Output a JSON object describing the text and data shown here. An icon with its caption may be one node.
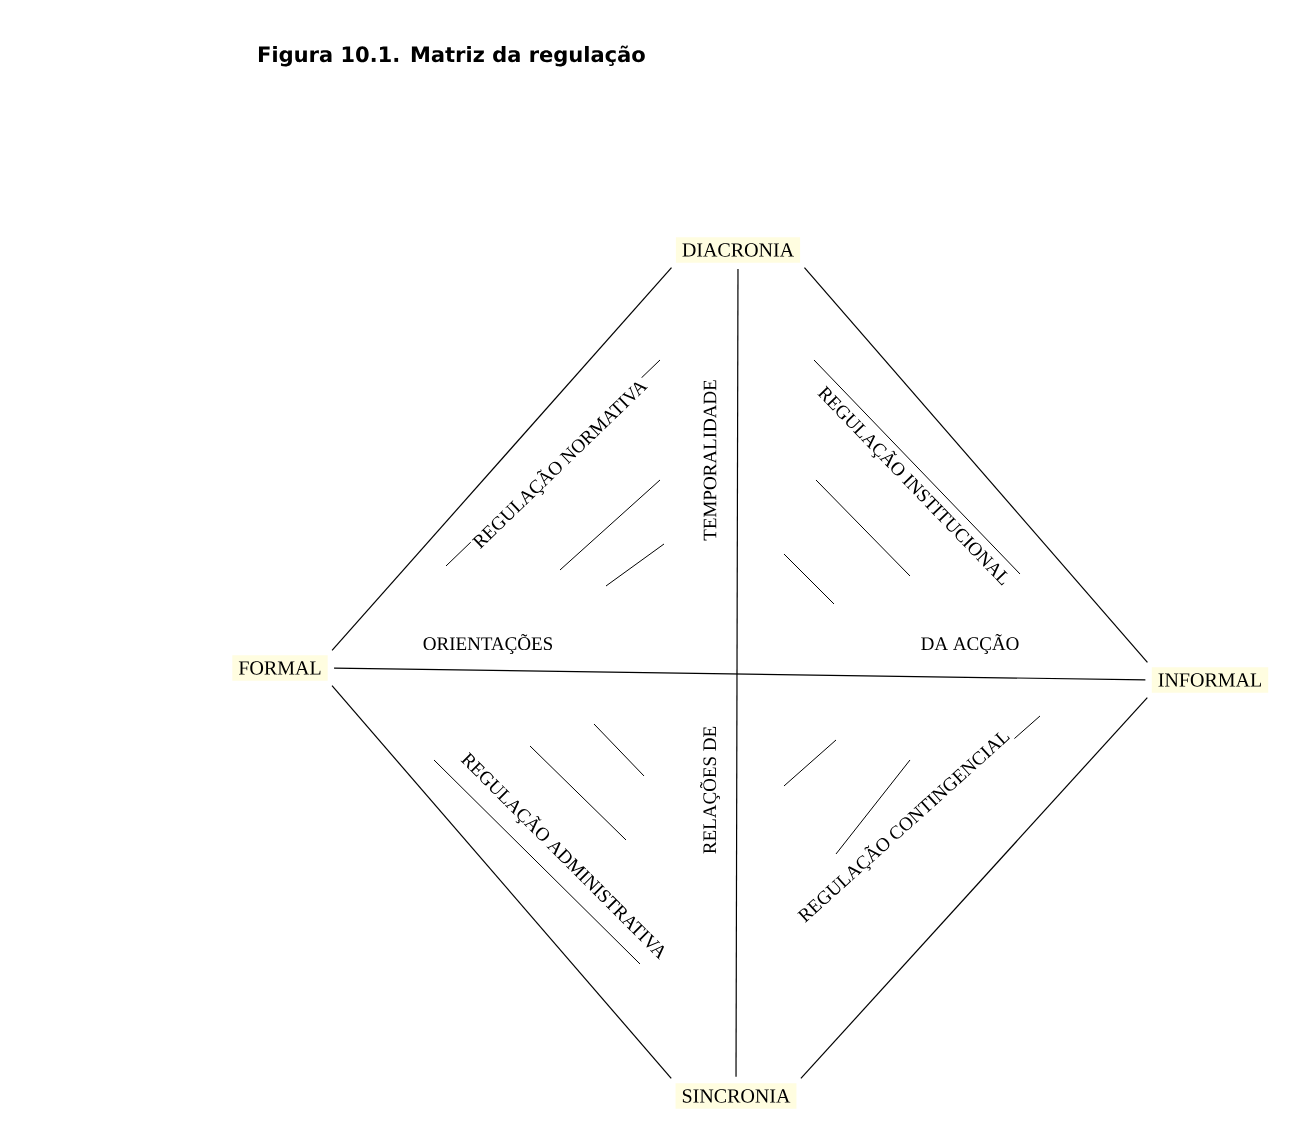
{
  "diagram": {
    "title": "Figura 10.1. Matriz da regulação",
    "nodes": [
      {
        "text": [
          "DIACRONIA"
        ]
      },
      {
        "text": [
          "FORMAL"
        ]
      },
      {
        "text": [
          "INFORMAL"
        ]
      },
      {
        "text": [
          "SINCRONIA"
        ]
      }
    ],
    "edges": [
      {
        "from": 0,
        "to": 3,
        "arrow": "none"
      },
      {
        "from": 1,
        "to": 2,
        "arrow": "none"
      },
      {
        "from": 1,
        "to": 0,
        "arrow": "none"
      },
      {
        "from": 0,
        "to": 2,
        "arrow": "none"
      },
      {
        "from": 1,
        "to": 3,
        "arrow": "none"
      },
      {
        "from": 3,
        "to": 2,
        "arrow": "none"
      }
    ],
    "labels": [
      "REGULAÇÃO NORMATIVA",
      "TEMPORALIDADE",
      "REGULAÇÃO INSTITUCIONAL",
      "ORIENTAÇÕES",
      "DA ACÇÃO",
      "RELAÇÕES DE",
      "REGULAÇÃO ADMINISTRATIVA",
      "REGULAÇÃO CONTINGENCIAL"
    ]
  }
}
